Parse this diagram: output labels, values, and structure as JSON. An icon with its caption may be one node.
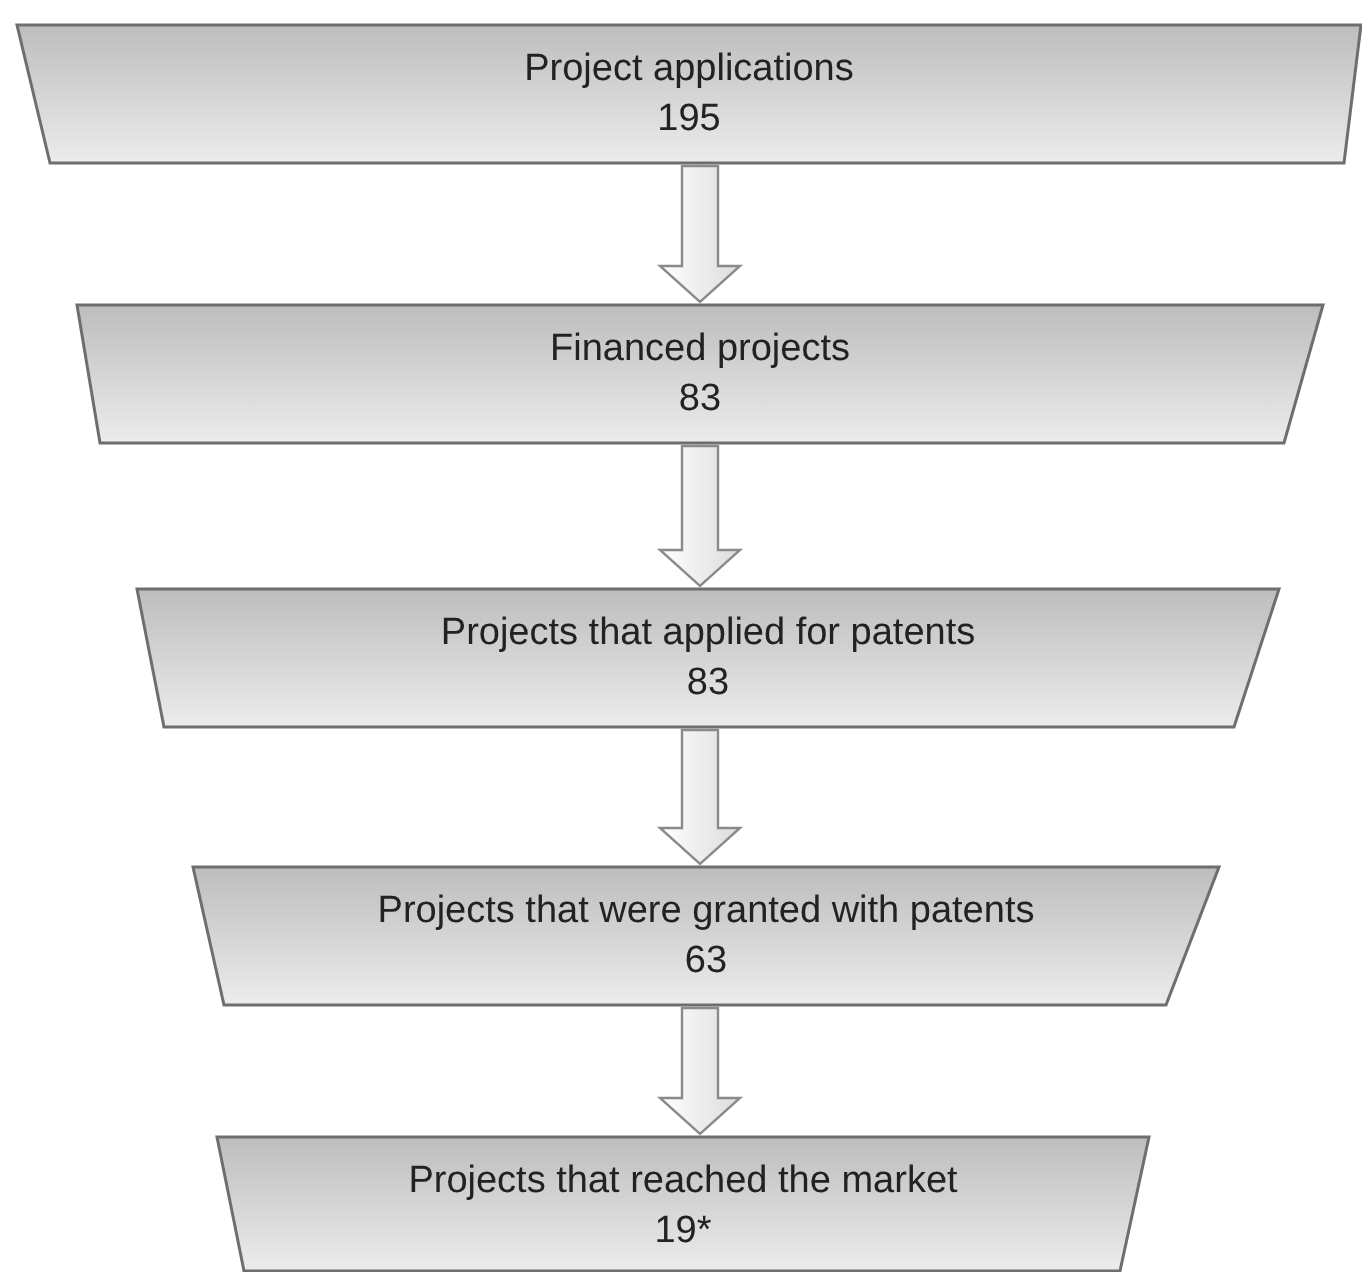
{
  "diagram": {
    "nodes": [
      {
        "text": [
          "Project applications",
          "195"
        ]
      },
      {
        "text": [
          "Financed projects",
          "83"
        ]
      },
      {
        "text": [
          "Projects that applied for patents",
          "83"
        ]
      },
      {
        "text": [
          "Projects that were granted with patents",
          "63"
        ]
      },
      {
        "text": [
          "Projects that reached the market",
          "19*"
        ]
      }
    ],
    "edges": [
      {
        "from": 0,
        "to": 1,
        "arrow": "to"
      },
      {
        "from": 1,
        "to": 2,
        "arrow": "to"
      },
      {
        "from": 2,
        "to": 3,
        "arrow": "to"
      },
      {
        "from": 3,
        "to": 4,
        "arrow": "to"
      }
    ]
  }
}
